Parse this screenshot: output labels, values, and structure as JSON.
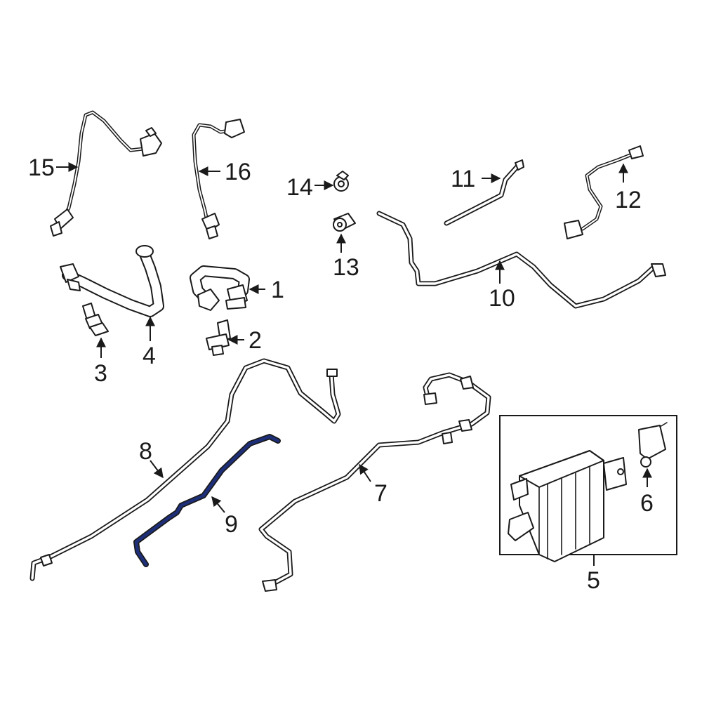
{
  "callouts": {
    "c1": "1",
    "c2": "2",
    "c3": "3",
    "c4": "4",
    "c5": "5",
    "c6": "6",
    "c7": "7",
    "c8": "8",
    "c9": "9",
    "c10": "10",
    "c11": "11",
    "c12": "12",
    "c13": "13",
    "c14": "14",
    "c15": "15",
    "c16": "16"
  },
  "colors": {
    "line": "#1a1a1a",
    "highlight": "#1e2f7a",
    "background": "#ffffff"
  },
  "highlighted_part": "9"
}
